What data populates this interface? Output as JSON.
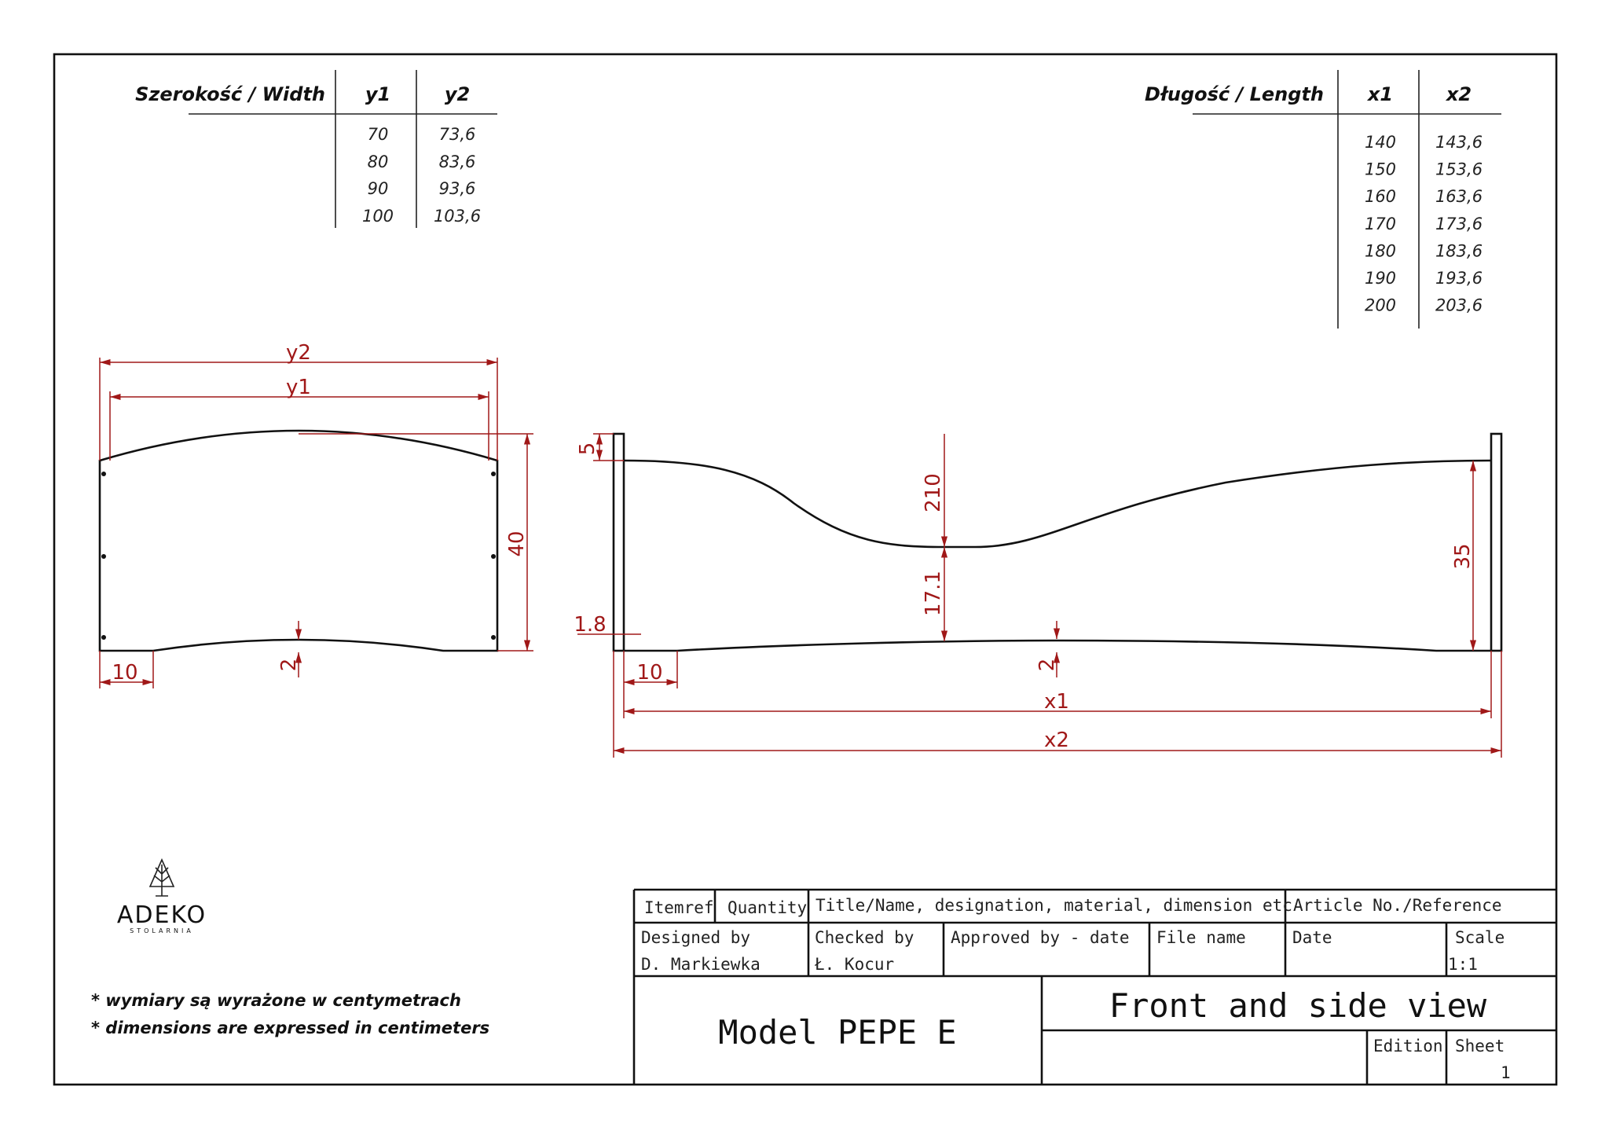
{
  "width_table": {
    "label": "Szerokość / Width",
    "col1": "y1",
    "col2": "y2",
    "rows": [
      {
        "y1": "70",
        "y2": "73,6"
      },
      {
        "y1": "80",
        "y2": "83,6"
      },
      {
        "y1": "90",
        "y2": "93,6"
      },
      {
        "y1": "100",
        "y2": "103,6"
      }
    ]
  },
  "length_table": {
    "label": "Długość / Length",
    "col1": "x1",
    "col2": "x2",
    "rows": [
      {
        "x1": "140",
        "x2": "143,6"
      },
      {
        "x1": "150",
        "x2": "153,6"
      },
      {
        "x1": "160",
        "x2": "163,6"
      },
      {
        "x1": "170",
        "x2": "173,6"
      },
      {
        "x1": "180",
        "x2": "183,6"
      },
      {
        "x1": "190",
        "x2": "193,6"
      },
      {
        "x1": "200",
        "x2": "203,6"
      }
    ]
  },
  "front_view": {
    "y2": "y2",
    "y1": "y1",
    "height": "40",
    "foot": "10",
    "arc": "2"
  },
  "side_view": {
    "post_top": "5",
    "top_dip": "210",
    "bottom_gap": "17.1",
    "board": "1.8",
    "height": "35",
    "foot": "10",
    "arc": "2",
    "x1": "x1",
    "x2": "x2"
  },
  "logo": {
    "name": "ADEKO",
    "sub": "STOLARNIA"
  },
  "notes": [
    "* wymiary są wyrażone w centymetrach",
    "* dimensions are expressed in centimeters"
  ],
  "title_block": {
    "itemref": "Itemref",
    "quantity": "Quantity",
    "title_name": "Title/Name, designation, material, dimension etc",
    "article": "Article No./Reference",
    "designed_by_label": "Designed by",
    "designed_by": "D. Markiewka",
    "checked_by_label": "Checked by",
    "checked_by": "Ł. Kocur",
    "approved_label": "Approved by - date",
    "file_name_label": "File name",
    "date_label": "Date",
    "scale_label": "Scale",
    "scale": "1:1",
    "model": "Model PEPE E",
    "view_title": "Front  and side view",
    "edition_label": "Edition",
    "sheet_label": "Sheet",
    "sheet": "1"
  },
  "colors": {
    "dimension": "#a01818",
    "line": "#111111"
  }
}
